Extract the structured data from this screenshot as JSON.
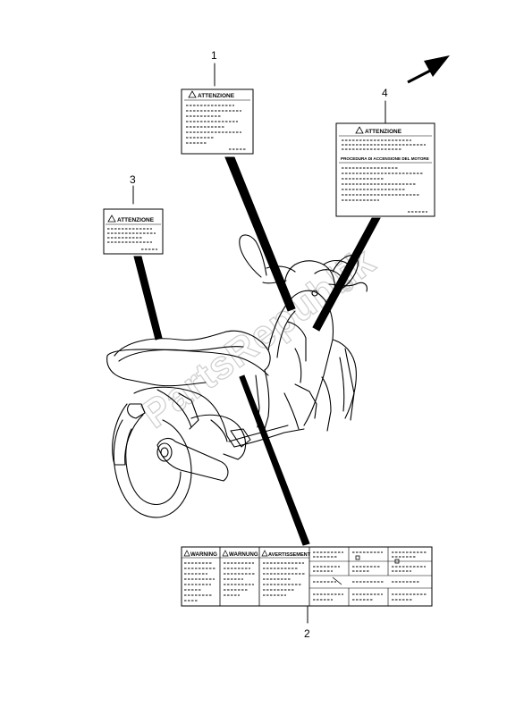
{
  "callouts": [
    "1",
    "2",
    "3",
    "4"
  ],
  "labels": {
    "attention": "ATTENZIONE",
    "procedure": "PROCEDURA DI ACCENSIONE DEL MOTORE",
    "warning_en": "WARNING",
    "warning_de": "WARNUNG",
    "warning_fr": "AVERTISSEMENT"
  },
  "watermark": {
    "text": "PartsRepublik",
    "copyright": "©"
  },
  "icons": [
    "direction-arrow-icon",
    "warning-triangle-icon"
  ]
}
